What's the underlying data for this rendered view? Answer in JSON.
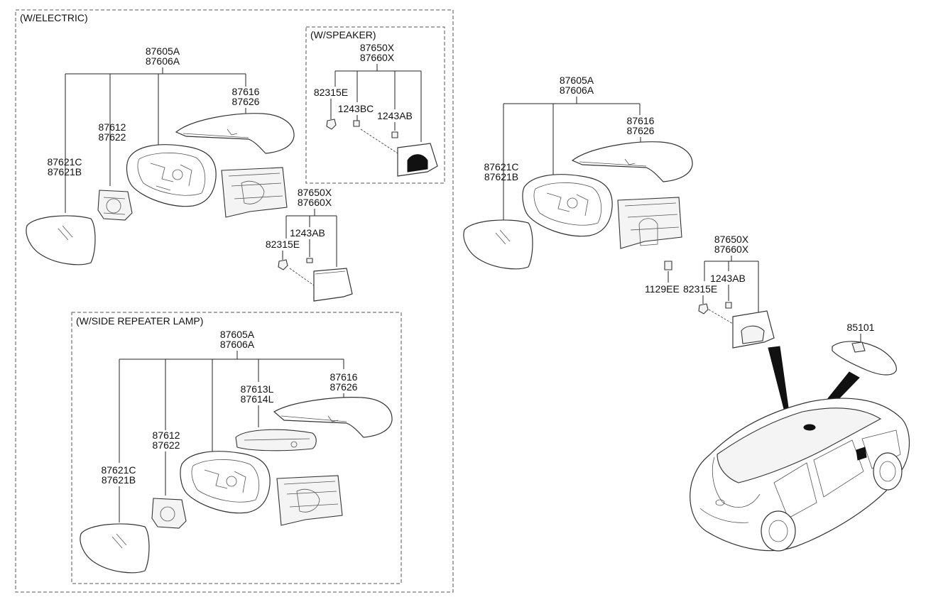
{
  "sections": {
    "electric": "(W/ELECTRIC)",
    "speaker": "(W/SPEAKER)",
    "repeater": "(W/SIDE REPEATER LAMP)"
  },
  "electric": {
    "assy_a": "87605A",
    "assy_b": "87606A",
    "cover_a": "87616",
    "cover_b": "87626",
    "actuator_a": "87612",
    "actuator_b": "87622",
    "glass_a": "87621C",
    "glass_b": "87621B",
    "cap_a": "87650X",
    "cap_b": "87660X",
    "screw": "1243AB",
    "clip": "82315E"
  },
  "speaker": {
    "cap_a": "87650X",
    "cap_b": "87660X",
    "clip": "82315E",
    "screw_bc": "1243BC",
    "screw_ab": "1243AB"
  },
  "repeater": {
    "assy_a": "87605A",
    "assy_b": "87606A",
    "cover_a": "87616",
    "cover_b": "87626",
    "lamp_a": "87613L",
    "lamp_b": "87614L",
    "actuator_a": "87612",
    "actuator_b": "87622",
    "glass_a": "87621C",
    "glass_b": "87621B"
  },
  "manual": {
    "assy_a": "87605A",
    "assy_b": "87606A",
    "cover_a": "87616",
    "cover_b": "87626",
    "glass_a": "87621C",
    "glass_b": "87621B",
    "cap_a": "87650X",
    "cap_b": "87660X",
    "screw": "1243AB",
    "bolt": "1129EE",
    "clip": "82315E",
    "inside_mirror": "85101"
  }
}
